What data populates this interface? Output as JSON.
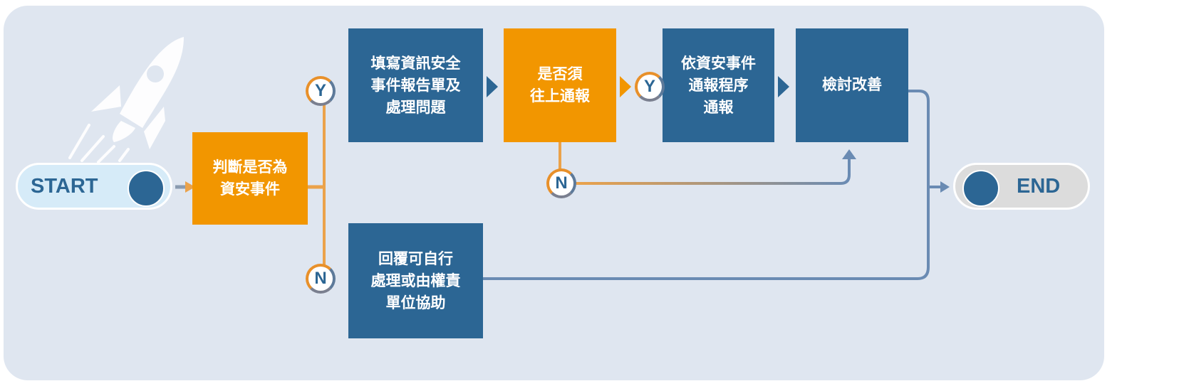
{
  "start_label": "START",
  "end_label": "END",
  "steps": {
    "judge": "判斷是否為\n資安事件",
    "report": "填寫資訊安全\n事件報告單及\n處理問題",
    "escalate": "是否須\n往上通報",
    "notify": "依資安事件\n通報程序\n通報",
    "review": "檢討改善",
    "reply": "回覆可自行\n處理或由權責\n單位協助"
  },
  "branch": {
    "yes": "Y",
    "no": "N"
  },
  "colors": {
    "blue": "#2c6694",
    "orange": "#f29600",
    "background": "#dfe6f0"
  }
}
